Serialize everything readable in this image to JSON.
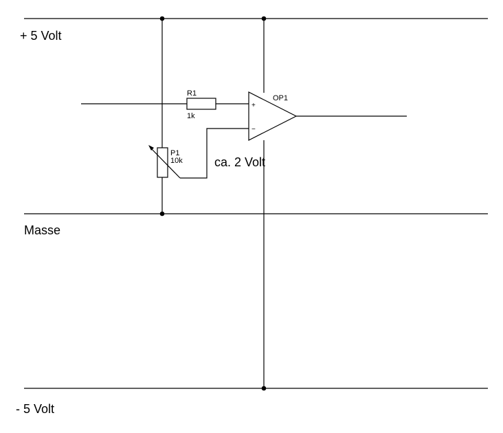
{
  "rails": {
    "positive": "+ 5 Volt",
    "ground": "Masse",
    "negative": "- 5 Volt"
  },
  "components": {
    "resistor": {
      "ref": "R1",
      "value": "1k"
    },
    "potentiometer": {
      "ref": "P1",
      "value": "10k"
    },
    "opamp": {
      "ref": "OP1",
      "plus": "+",
      "minus": "−"
    }
  },
  "annotations": {
    "reference_voltage": "ca. 2 Volt"
  }
}
